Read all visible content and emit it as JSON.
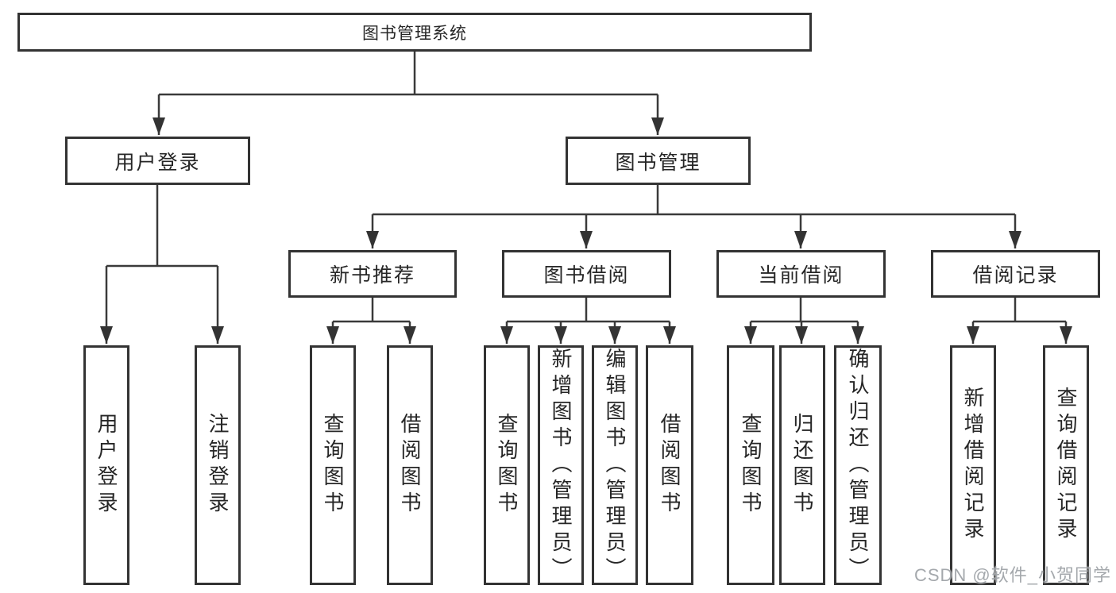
{
  "diagram": {
    "root": {
      "label": "图书管理系统"
    },
    "level2": [
      {
        "label": "用户登录"
      },
      {
        "label": "图书管理"
      }
    ],
    "level3": [
      {
        "label": "新书推荐"
      },
      {
        "label": "图书借阅"
      },
      {
        "label": "当前借阅"
      },
      {
        "label": "借阅记录"
      }
    ],
    "leaves": {
      "user_login": [
        {
          "label": "用户登录"
        },
        {
          "label": "注销登录"
        }
      ],
      "new_book": [
        {
          "label": "查询图书"
        },
        {
          "label": "借阅图书"
        }
      ],
      "book_borrow": [
        {
          "label": "查询图书"
        },
        {
          "label": "新增图书（管理员）"
        },
        {
          "label": "编辑图书（管理员）"
        },
        {
          "label": "借阅图书"
        }
      ],
      "current_borrow": [
        {
          "label": "查询图书"
        },
        {
          "label": "归还图书"
        },
        {
          "label": "确认归还（管理员）"
        }
      ],
      "borrow_record": [
        {
          "label": "新增借阅记录"
        },
        {
          "label": "查询借阅记录"
        }
      ]
    },
    "watermark": "CSDN @软件_小贺同学",
    "colors": {
      "line": "#3a3a3a",
      "border": "#333333",
      "text": "#262626",
      "background": "#ffffff",
      "watermark": "#94999e"
    }
  }
}
